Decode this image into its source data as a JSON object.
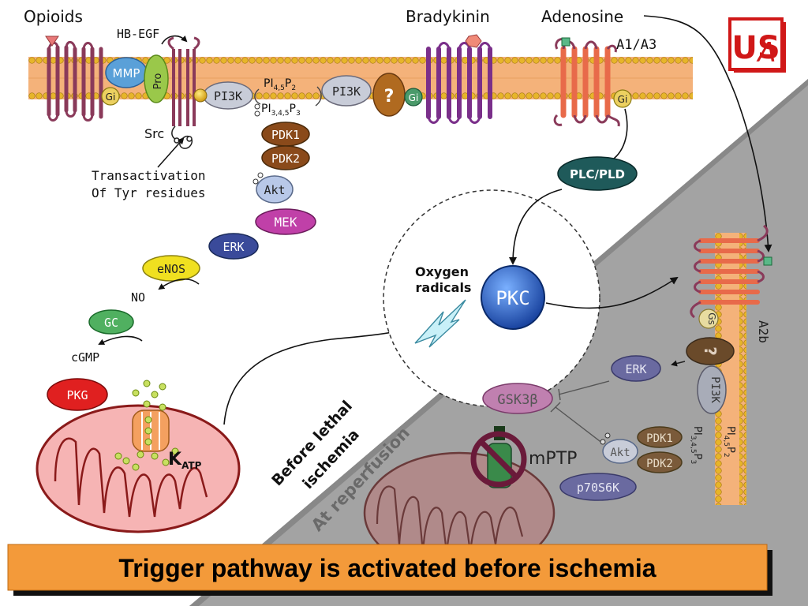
{
  "labels": {
    "opioids": "Opioids",
    "hbegf": "HB-EGF",
    "mmp": "MMP",
    "pro": "Pro",
    "gi": "Gi",
    "pi3k": "PI3K",
    "pi_top": "PI",
    "pi_top_sub": "4,5",
    "pi_top_p": "P",
    "pi_top_p_sub": "2",
    "pi_bottom": "PI",
    "pi_bottom_sub": "3,4,5",
    "pi_bottom_p": "P",
    "pi_bottom_p_sub": "3",
    "question": "?",
    "bradykinin": "Bradykinin",
    "adenosine": "Adenosine",
    "a1a3": "A1/A3",
    "src": "Src",
    "transactivation_1": "Transactivation",
    "transactivation_2": "Of Tyr residues",
    "pdk1": "PDK1",
    "pdk2": "PDK2",
    "akt": "Akt",
    "mek": "MEK",
    "erk": "ERK",
    "enos": "eNOS",
    "no": "NO",
    "gc": "GC",
    "cgmp": "cGMP",
    "pkg": "PKG",
    "katp_k": "K",
    "katp_sub": "ATP",
    "plc_pld": "PLC/PLD",
    "oxygen_radicals_1": "Oxygen",
    "oxygen_radicals_2": "radicals",
    "pkc": "PKC",
    "a2b": "A2b",
    "gs": "Gs",
    "gsk3b": "GSK3β",
    "mptp": "mPTP",
    "p70s6k": "p70S6K",
    "before_lethal_1": "Before lethal",
    "before_lethal_2": "ischemia",
    "at_reperfusion": "At reperfusion",
    "banner": "Trigger pathway is activated before ischemia"
  },
  "colors": {
    "membrane": "#f4b27a",
    "lipid_head": "#f0c020",
    "receptor_dark": "#8a3a5a",
    "bradykinin_receptor": "#7a2f8a",
    "adenosine_receptor": "#e86a4a",
    "mmp": "#5aa0d8",
    "pro": "#9ac84a",
    "pi3k": "#c8ccd8",
    "brown": "#8a4a1a",
    "akt": "#b8c8e8",
    "mek": "#c040a8",
    "erk": "#3a4a9a",
    "enos": "#f0e020",
    "gc": "#50b060",
    "pkg": "#e02020",
    "pkc": "#2a5aba",
    "plc": "#1f5a5a",
    "grey_region": "#a0a0a0",
    "banner": "#f39a3a"
  },
  "icons": {
    "logo": "usa-logo-icon",
    "lightning": "lightning-bolt-icon",
    "no_symbol": "prohibited-icon"
  }
}
